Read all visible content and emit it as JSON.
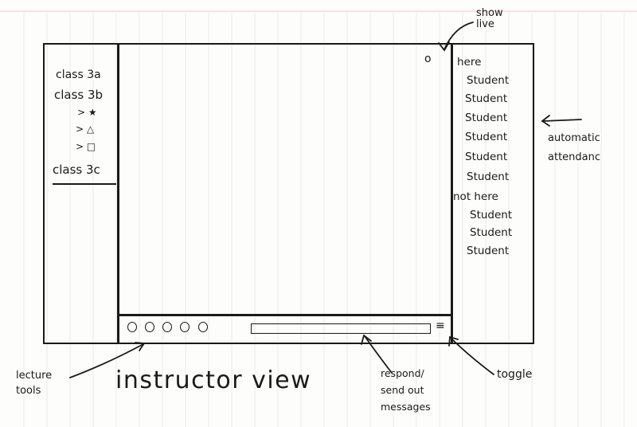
{
  "left_sidebar": {
    "items": [
      {
        "label": "class 3a"
      },
      {
        "label": "class 3b"
      },
      {
        "label": "> ★"
      },
      {
        "label": "> △"
      },
      {
        "label": "> □"
      },
      {
        "label": "class 3c"
      }
    ]
  },
  "attendance": {
    "here_label": "here",
    "here_students": [
      "Student",
      "Student",
      "Student",
      "Student",
      "Student",
      "Student"
    ],
    "not_here_label": "not here",
    "not_here_students": [
      "Student",
      "Student",
      "Student"
    ]
  },
  "live_indicator": "o",
  "toggle_glyph": "≡",
  "annotations": {
    "show_live": "show\nlive",
    "automatic_attendance": "automatic\nattendanc",
    "lecture_tools": "lecture\ntools",
    "respond_messages": "respond/\nsend out\nmessages",
    "toggle": "toggle"
  },
  "caption": "instructor view"
}
